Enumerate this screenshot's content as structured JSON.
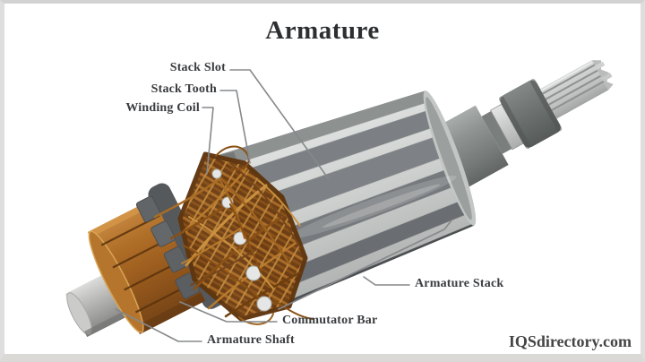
{
  "title": "Armature",
  "watermark": "IQSdirectory.com",
  "callouts": {
    "stack_slot": "Stack Slot",
    "stack_tooth": "Stack Tooth",
    "winding_coil": "Winding Coil",
    "armature_stack": "Armature Stack",
    "commutator_bar": "Commutator Bar",
    "armature_shaft": "Armature Shaft"
  },
  "colors": {
    "background": "#ffffff",
    "frame_border": "#dcdcdc",
    "title_text": "#2c2e30",
    "label_text": "#3a3c3f",
    "leader_line": "#86888b",
    "watermark_text": "#454545",
    "steel_dark": "#6b6f73",
    "steel_mid": "#8a8e8c",
    "steel_light": "#d6d9d8",
    "copper_dark": "#70421a",
    "copper_mid": "#a2631e",
    "copper_light": "#c9913f"
  }
}
